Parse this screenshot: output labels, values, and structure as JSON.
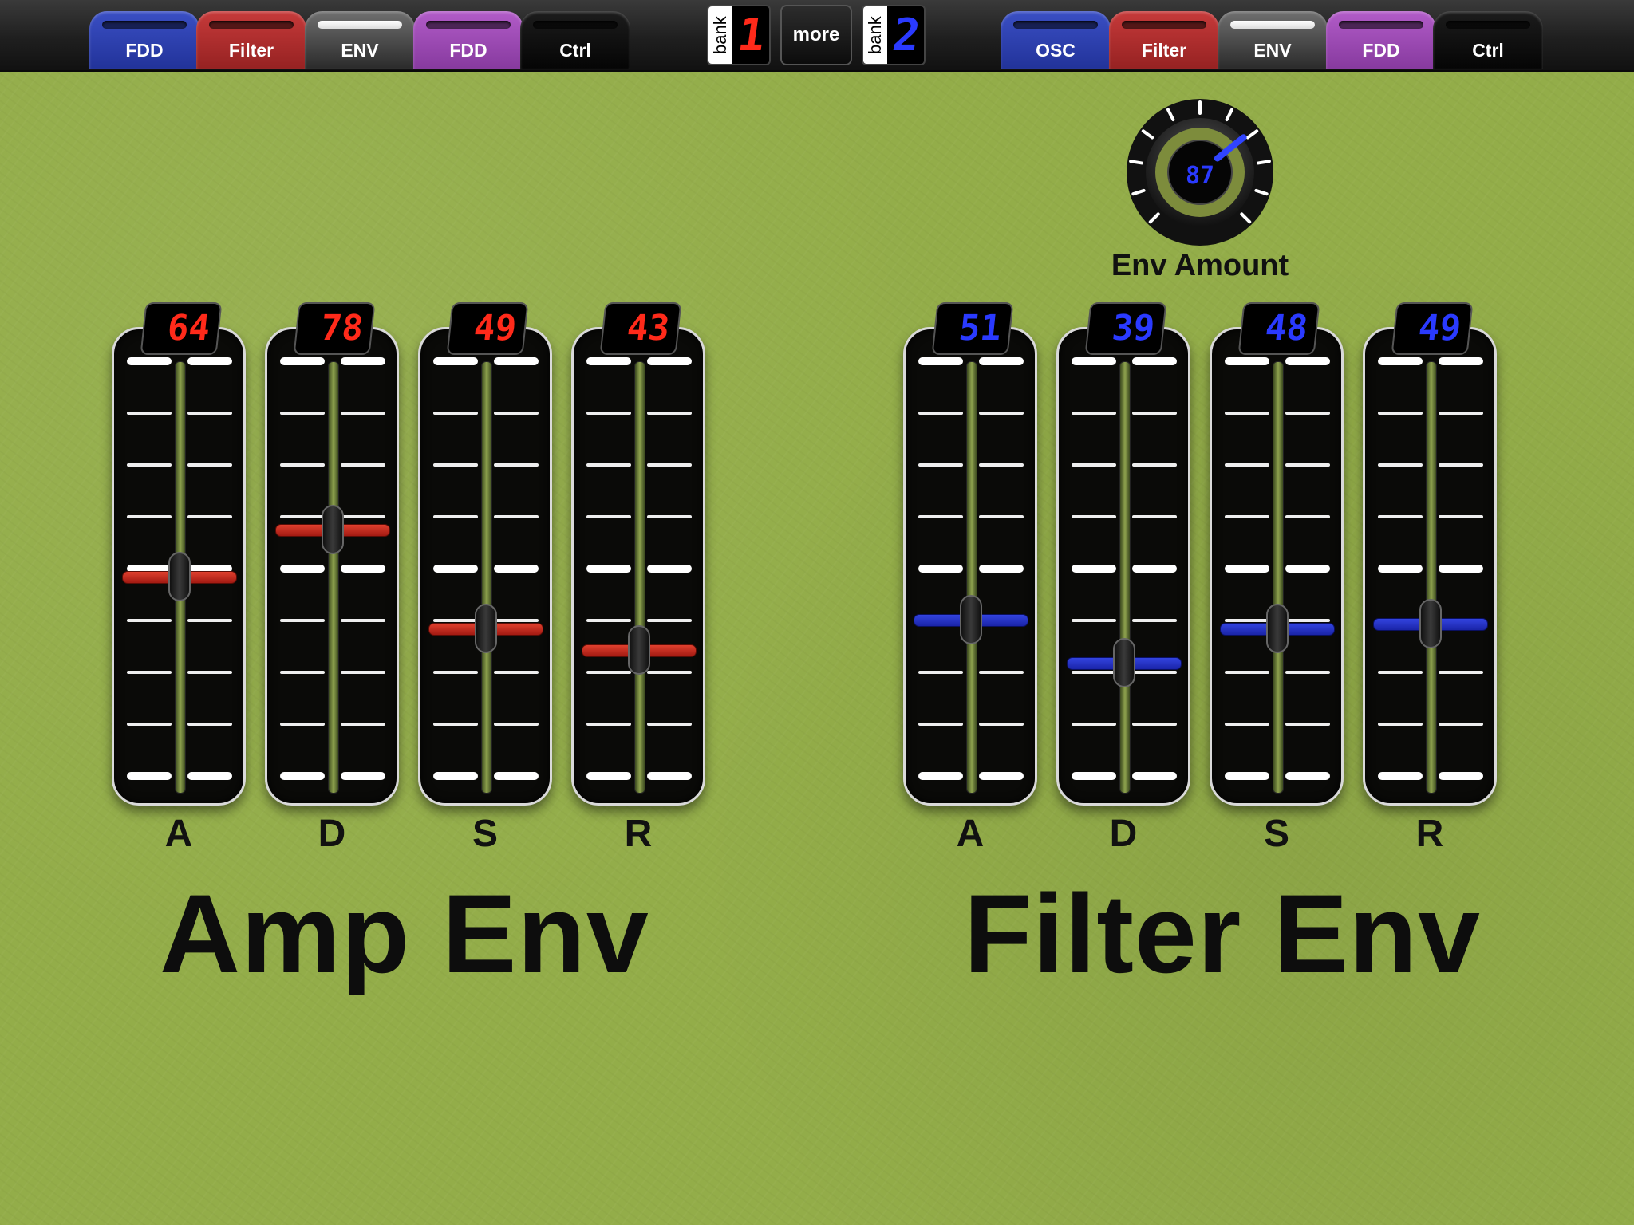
{
  "left_tabs": [
    {
      "label": "FDD",
      "color": "blue",
      "active": false
    },
    {
      "label": "Filter",
      "color": "red",
      "active": false
    },
    {
      "label": "ENV",
      "color": "active",
      "active": true
    },
    {
      "label": "FDD",
      "color": "purple",
      "active": false
    },
    {
      "label": "Ctrl",
      "color": "black",
      "active": false
    }
  ],
  "right_tabs": [
    {
      "label": "OSC",
      "color": "blue",
      "active": false
    },
    {
      "label": "Filter",
      "color": "red",
      "active": false
    },
    {
      "label": "ENV",
      "color": "active",
      "active": true
    },
    {
      "label": "FDD",
      "color": "purple",
      "active": false
    },
    {
      "label": "Ctrl",
      "color": "black",
      "active": false
    }
  ],
  "bank1": {
    "label": "bank",
    "number": "1",
    "color": "#ff2a1a"
  },
  "more_label": "more",
  "bank2": {
    "label": "bank",
    "number": "2",
    "color": "#2a3aff"
  },
  "env_amount": {
    "label": "Env Amount",
    "value": "87",
    "fraction": 0.69
  },
  "amp_env": {
    "title": "Amp Env",
    "faders": [
      {
        "label": "A",
        "value": "64",
        "level": 0.5
      },
      {
        "label": "D",
        "value": "78",
        "level": 0.61
      },
      {
        "label": "S",
        "value": "49",
        "level": 0.38
      },
      {
        "label": "R",
        "value": "43",
        "level": 0.33
      }
    ]
  },
  "filter_env": {
    "title": "Filter Env",
    "faders": [
      {
        "label": "A",
        "value": "51",
        "level": 0.4
      },
      {
        "label": "D",
        "value": "39",
        "level": 0.3
      },
      {
        "label": "S",
        "value": "48",
        "level": 0.38
      },
      {
        "label": "R",
        "value": "49",
        "level": 0.39
      }
    ]
  },
  "colors": {
    "amp_accent": "#ff2a1a",
    "filter_accent": "#2a3aff",
    "background": "#93ad49"
  },
  "icons": {
    "fader_knob": "fader-knob-icon",
    "dial": "dial-icon"
  }
}
